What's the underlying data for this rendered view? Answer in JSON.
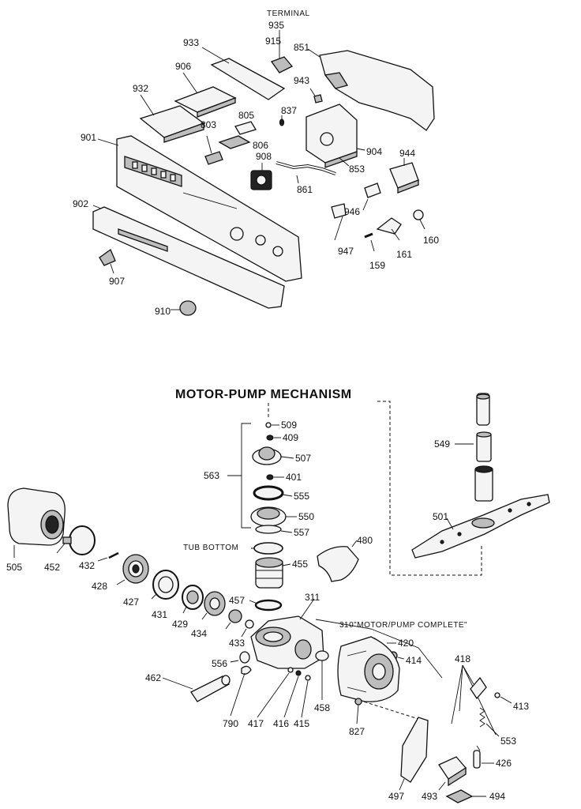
{
  "headings": {
    "terminal": "TERMINAL",
    "motor_pump": "MOTOR-PUMP MECHANISM",
    "tub_bottom": "TUB BOTTOM",
    "motor_pump_complete": "310\"MOTOR/PUMP COMPLETE\""
  },
  "labels": {
    "p935": "935",
    "p915": "915",
    "p851": "851",
    "p933": "933",
    "p906": "906",
    "p943": "943",
    "p932": "932",
    "p837": "837",
    "p805": "805",
    "p803": "803",
    "p901": "901",
    "p806": "806",
    "p904": "904",
    "p944": "944",
    "p908": "908",
    "p853": "853",
    "p861": "861",
    "p946": "946",
    "p902": "902",
    "p947": "947",
    "p160": "160",
    "p161": "161",
    "p159": "159",
    "p907": "907",
    "p910": "910",
    "p509": "509",
    "p409": "409",
    "p507": "507",
    "p563": "563",
    "p401": "401",
    "p555": "555",
    "p550": "550",
    "p557": "557",
    "p549": "549",
    "p501": "501",
    "p480": "480",
    "p455": "455",
    "p505": "505",
    "p452": "452",
    "p432": "432",
    "p428": "428",
    "p427": "427",
    "p431": "431",
    "p429": "429",
    "p434": "434",
    "p457": "457",
    "p311": "311",
    "p433": "433",
    "p420": "420",
    "p414": "414",
    "p556": "556",
    "p418": "418",
    "p413": "413",
    "p462": "462",
    "p458": "458",
    "p790": "790",
    "p417": "417",
    "p416": "416",
    "p415": "415",
    "p827": "827",
    "p553": "553",
    "p426": "426",
    "p497": "497",
    "p493": "493",
    "p494": "494"
  }
}
